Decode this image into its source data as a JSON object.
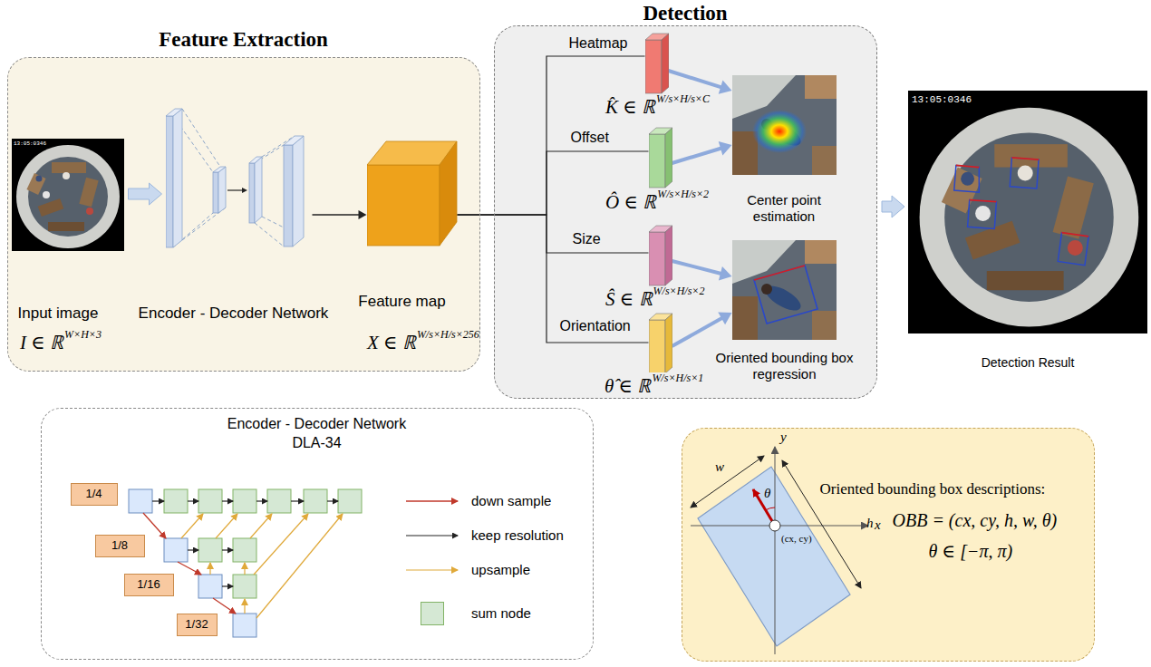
{
  "diagram": {
    "nodes": [
      {
        "text": [
          "Feature Extraction"
        ]
      },
      {
        "text": [
          "Input image"
        ],
        "in": 0
      },
      {
        "text": [
          "Encoder - Decoder Network"
        ],
        "in": 0
      },
      {
        "text": [
          "Feature map"
        ],
        "in": 0
      },
      {
        "text": [
          "Detection"
        ]
      },
      {
        "text": [
          "Heatmap"
        ],
        "in": 4
      },
      {
        "text": [
          "Offset"
        ],
        "in": 4
      },
      {
        "text": [
          "Size"
        ],
        "in": 4
      },
      {
        "text": [
          "Orientation"
        ],
        "in": 4
      },
      {
        "text": [
          "Center point estimation"
        ],
        "in": 4
      },
      {
        "text": [
          "Oriented bounding box regression"
        ],
        "in": 4
      },
      {
        "text": [
          "Detection Result"
        ]
      },
      {
        "text": [
          "Encoder - Decoder Network",
          "DLA-34"
        ]
      },
      {
        "text": [
          "1/4"
        ],
        "in": 12
      },
      {
        "text": [
          "1/8"
        ],
        "in": 12
      },
      {
        "text": [
          "1/16"
        ],
        "in": 12
      },
      {
        "text": [
          "1/32"
        ],
        "in": 12
      },
      {
        "text": [
          "Oriented bounding box descriptions:",
          "OBB = (cx, cy, h, w, θ)",
          "θ ∈ [−π, π)"
        ]
      }
    ],
    "edges": [
      {
        "from": 1,
        "to": 2,
        "arrow": "to"
      },
      {
        "from": 2,
        "to": 3,
        "arrow": "to"
      },
      {
        "from": 3,
        "to": 5,
        "arrow": "none"
      },
      {
        "from": 3,
        "to": 6,
        "arrow": "none"
      },
      {
        "from": 3,
        "to": 7,
        "arrow": "none"
      },
      {
        "from": 3,
        "to": 8,
        "arrow": "none"
      },
      {
        "from": 5,
        "to": 9,
        "arrow": "to"
      },
      {
        "from": 6,
        "to": 9,
        "arrow": "to"
      },
      {
        "from": 7,
        "to": 10,
        "arrow": "to"
      },
      {
        "from": 8,
        "to": 10,
        "arrow": "to"
      },
      {
        "from": 4,
        "to": 11,
        "arrow": "to"
      }
    ],
    "labels": [
      "13:05:0346",
      "I ∈ ℝ",
      "W×H×3",
      "X ∈ ℝ",
      "W/s×H/s×256",
      "K̂ ∈ ℝ",
      "W/s×H/s×C",
      "Ô ∈ ℝ",
      "W/s×H/s×2",
      "Ŝ ∈ ℝ",
      "W/s×H/s×2",
      "θ̂ ∈ ℝ",
      "W/s×H/s×1",
      "13:05:0346",
      "y",
      "x",
      "w",
      "h",
      "θ",
      "(cx, cy)"
    ],
    "legend": [
      {
        "text": "down sample"
      },
      {
        "text": "keep resolution"
      },
      {
        "text": "upsample"
      },
      {
        "text": "sum node",
        "color": "#d5e8d4"
      }
    ]
  }
}
